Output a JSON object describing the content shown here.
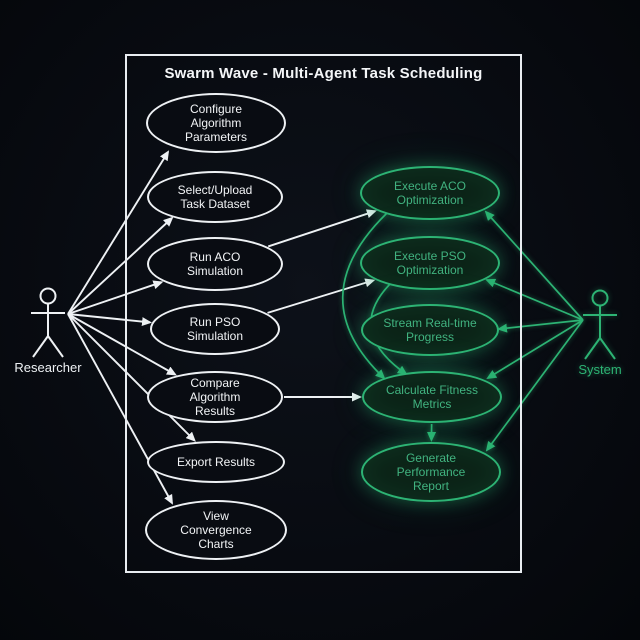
{
  "title": "Swarm Wave - Multi-Agent Task Scheduling",
  "actors": [
    {
      "id": "researcher",
      "label": "Researcher",
      "style": "white"
    },
    {
      "id": "system",
      "label": "System",
      "style": "green"
    }
  ],
  "use_cases": [
    {
      "id": "configure",
      "label": "Configure\nAlgorithm\nParameters",
      "style": "white"
    },
    {
      "id": "select",
      "label": "Select/Upload\nTask Dataset",
      "style": "white"
    },
    {
      "id": "runACO",
      "label": "Run ACO\nSimulation",
      "style": "white"
    },
    {
      "id": "runPSO",
      "label": "Run PSO\nSimulation",
      "style": "white"
    },
    {
      "id": "compare",
      "label": "Compare\nAlgorithm\nResults",
      "style": "white"
    },
    {
      "id": "export",
      "label": "Export Results",
      "style": "white"
    },
    {
      "id": "view",
      "label": "View\nConvergence\nCharts",
      "style": "white"
    },
    {
      "id": "execACO",
      "label": "Execute ACO\nOptimization",
      "style": "green"
    },
    {
      "id": "execPSO",
      "label": "Execute PSO\nOptimization",
      "style": "green"
    },
    {
      "id": "stream",
      "label": "Stream Real-time\nProgress",
      "style": "green"
    },
    {
      "id": "calc",
      "label": "Calculate Fitness\nMetrics",
      "style": "green"
    },
    {
      "id": "report",
      "label": "Generate\nPerformance\nReport",
      "style": "green"
    }
  ],
  "edges": [
    {
      "from": "researcher",
      "to": "configure",
      "style": "white"
    },
    {
      "from": "researcher",
      "to": "select",
      "style": "white"
    },
    {
      "from": "researcher",
      "to": "runACO",
      "style": "white"
    },
    {
      "from": "researcher",
      "to": "runPSO",
      "style": "white"
    },
    {
      "from": "researcher",
      "to": "compare",
      "style": "white"
    },
    {
      "from": "researcher",
      "to": "export",
      "style": "white"
    },
    {
      "from": "researcher",
      "to": "view",
      "style": "white"
    },
    {
      "from": "runACO",
      "to": "execACO",
      "style": "white"
    },
    {
      "from": "runPSO",
      "to": "execPSO",
      "style": "white"
    },
    {
      "from": "compare",
      "to": "calc",
      "style": "white"
    },
    {
      "from": "system",
      "to": "execACO",
      "style": "green"
    },
    {
      "from": "system",
      "to": "execPSO",
      "style": "green"
    },
    {
      "from": "system",
      "to": "stream",
      "style": "green"
    },
    {
      "from": "system",
      "to": "calc",
      "style": "green"
    },
    {
      "from": "system",
      "to": "report",
      "style": "green"
    },
    {
      "from": "execACO",
      "to": "calc",
      "style": "green"
    },
    {
      "from": "execPSO",
      "to": "calc",
      "style": "green"
    },
    {
      "from": "calc",
      "to": "report",
      "style": "green"
    }
  ],
  "colors": {
    "background": "#080b11",
    "white": "#eef1f4",
    "green": "#2db374",
    "green_fill": "#0c2418",
    "green_text": "#41b380"
  }
}
